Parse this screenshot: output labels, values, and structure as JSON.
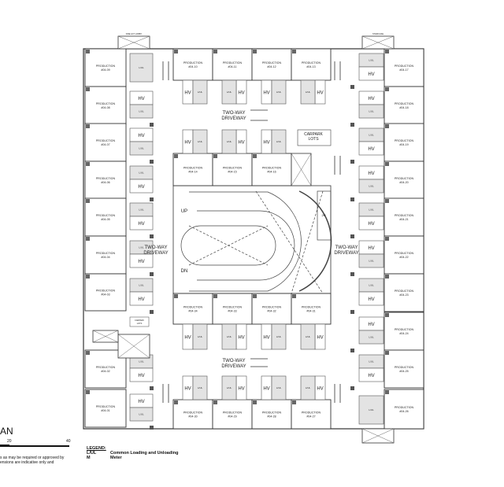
{
  "drawing": {
    "title_fragment": "AN",
    "scale_labels": [
      "20",
      "40"
    ],
    "note_lines": [
      "s as may be required or approved by",
      "ensions are indicative only and"
    ]
  },
  "units": {
    "label": "PRODUCTION",
    "left": [
      "#04-09",
      "#04-08",
      "#04-07",
      "#04-06",
      "#04-05",
      "#04-04",
      "#04-03",
      "#04-02",
      "#04-01"
    ],
    "right": [
      "#04-17",
      "#04-18",
      "#04-19",
      "#04-20",
      "#04-21",
      "#04-22",
      "#04-23",
      "#04-24",
      "#04-25",
      "#04-26"
    ],
    "top": [
      "#04-10",
      "#04-11",
      "#04-12",
      "#04-13"
    ],
    "middle": [
      "#04-14",
      "#04-15",
      "#04-16"
    ],
    "lower_upper": [
      "#04-34",
      "#04-33",
      "#04-32",
      "#04-31"
    ],
    "bottom": [
      "#04-30",
      "#04-29",
      "#04-28",
      "#04-27"
    ]
  },
  "bays": {
    "hv": "HV",
    "lul": "L/UL"
  },
  "labels": {
    "driveway": [
      "TWO-WAY",
      "DRIVEWAY"
    ],
    "carpark": [
      "CARPARK",
      "LOTS"
    ],
    "up": "UP",
    "dn": "DN",
    "ramp_height": "2H",
    "staircase": "STAIRCASE",
    "lift": "FIRE LIFT LOBBY"
  },
  "legend": {
    "title": "LEGEND:",
    "items": [
      {
        "key": "L/UL",
        "value": "Common Loading and Unloading"
      },
      {
        "key": "M",
        "value": "Meter"
      }
    ]
  }
}
